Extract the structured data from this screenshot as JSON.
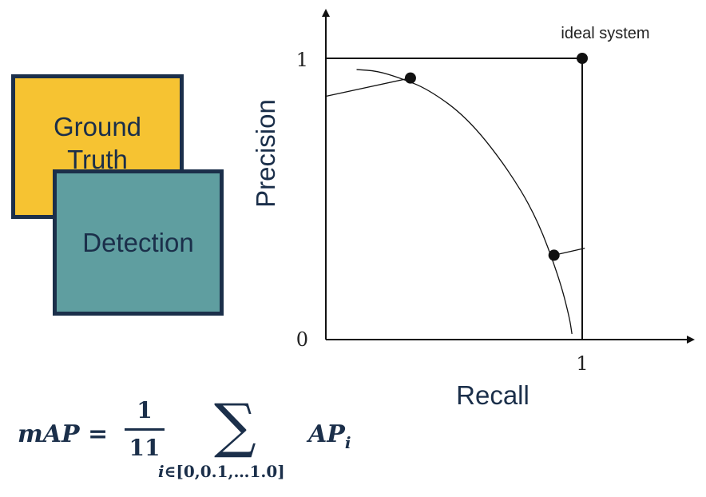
{
  "boxes": {
    "ground_truth": [
      "Ground",
      "Truth"
    ],
    "detection": "Detection"
  },
  "formula": {
    "lhs": "mAP =",
    "numerator": "1",
    "denominator": "11",
    "sum_symbol": "∑",
    "sum_index": "i∈",
    "sum_range": "[0,0.1,…1.0]",
    "term": "AP",
    "term_subscript": "i"
  },
  "colors": {
    "ground_truth_fill": "#f6c332",
    "detection_fill": "#5f9ea0",
    "box_border": "#1b2f4a",
    "text": "#1b2f4a",
    "axis": "#111111"
  },
  "chart_data": {
    "type": "line",
    "xlabel": "Recall",
    "ylabel": "Precision",
    "xlim": [
      0,
      1
    ],
    "ylim": [
      0,
      1
    ],
    "xticks": [
      "0",
      "1"
    ],
    "yticks": [
      "0",
      "1"
    ],
    "annotation": "ideal system",
    "curve": {
      "x": [
        0.12,
        0.2,
        0.29,
        0.4,
        0.55,
        0.7,
        0.82,
        0.91,
        0.95,
        0.96
      ],
      "y": [
        0.96,
        0.955,
        0.93,
        0.89,
        0.79,
        0.62,
        0.44,
        0.22,
        0.08,
        0.02
      ]
    },
    "points": [
      {
        "x": 0.33,
        "y": 0.93
      },
      {
        "x": 0.89,
        "y": 0.3
      },
      {
        "x": 1.0,
        "y": 1.0
      }
    ],
    "tangent_lines": [
      {
        "x": [
          0.0,
          0.33
        ],
        "y": [
          0.865,
          0.93
        ]
      },
      {
        "x": [
          0.89,
          1.01
        ],
        "y": [
          0.3,
          0.325
        ]
      }
    ],
    "ideal_system_box": {
      "x": [
        0,
        1
      ],
      "y": [
        0,
        1
      ]
    }
  }
}
